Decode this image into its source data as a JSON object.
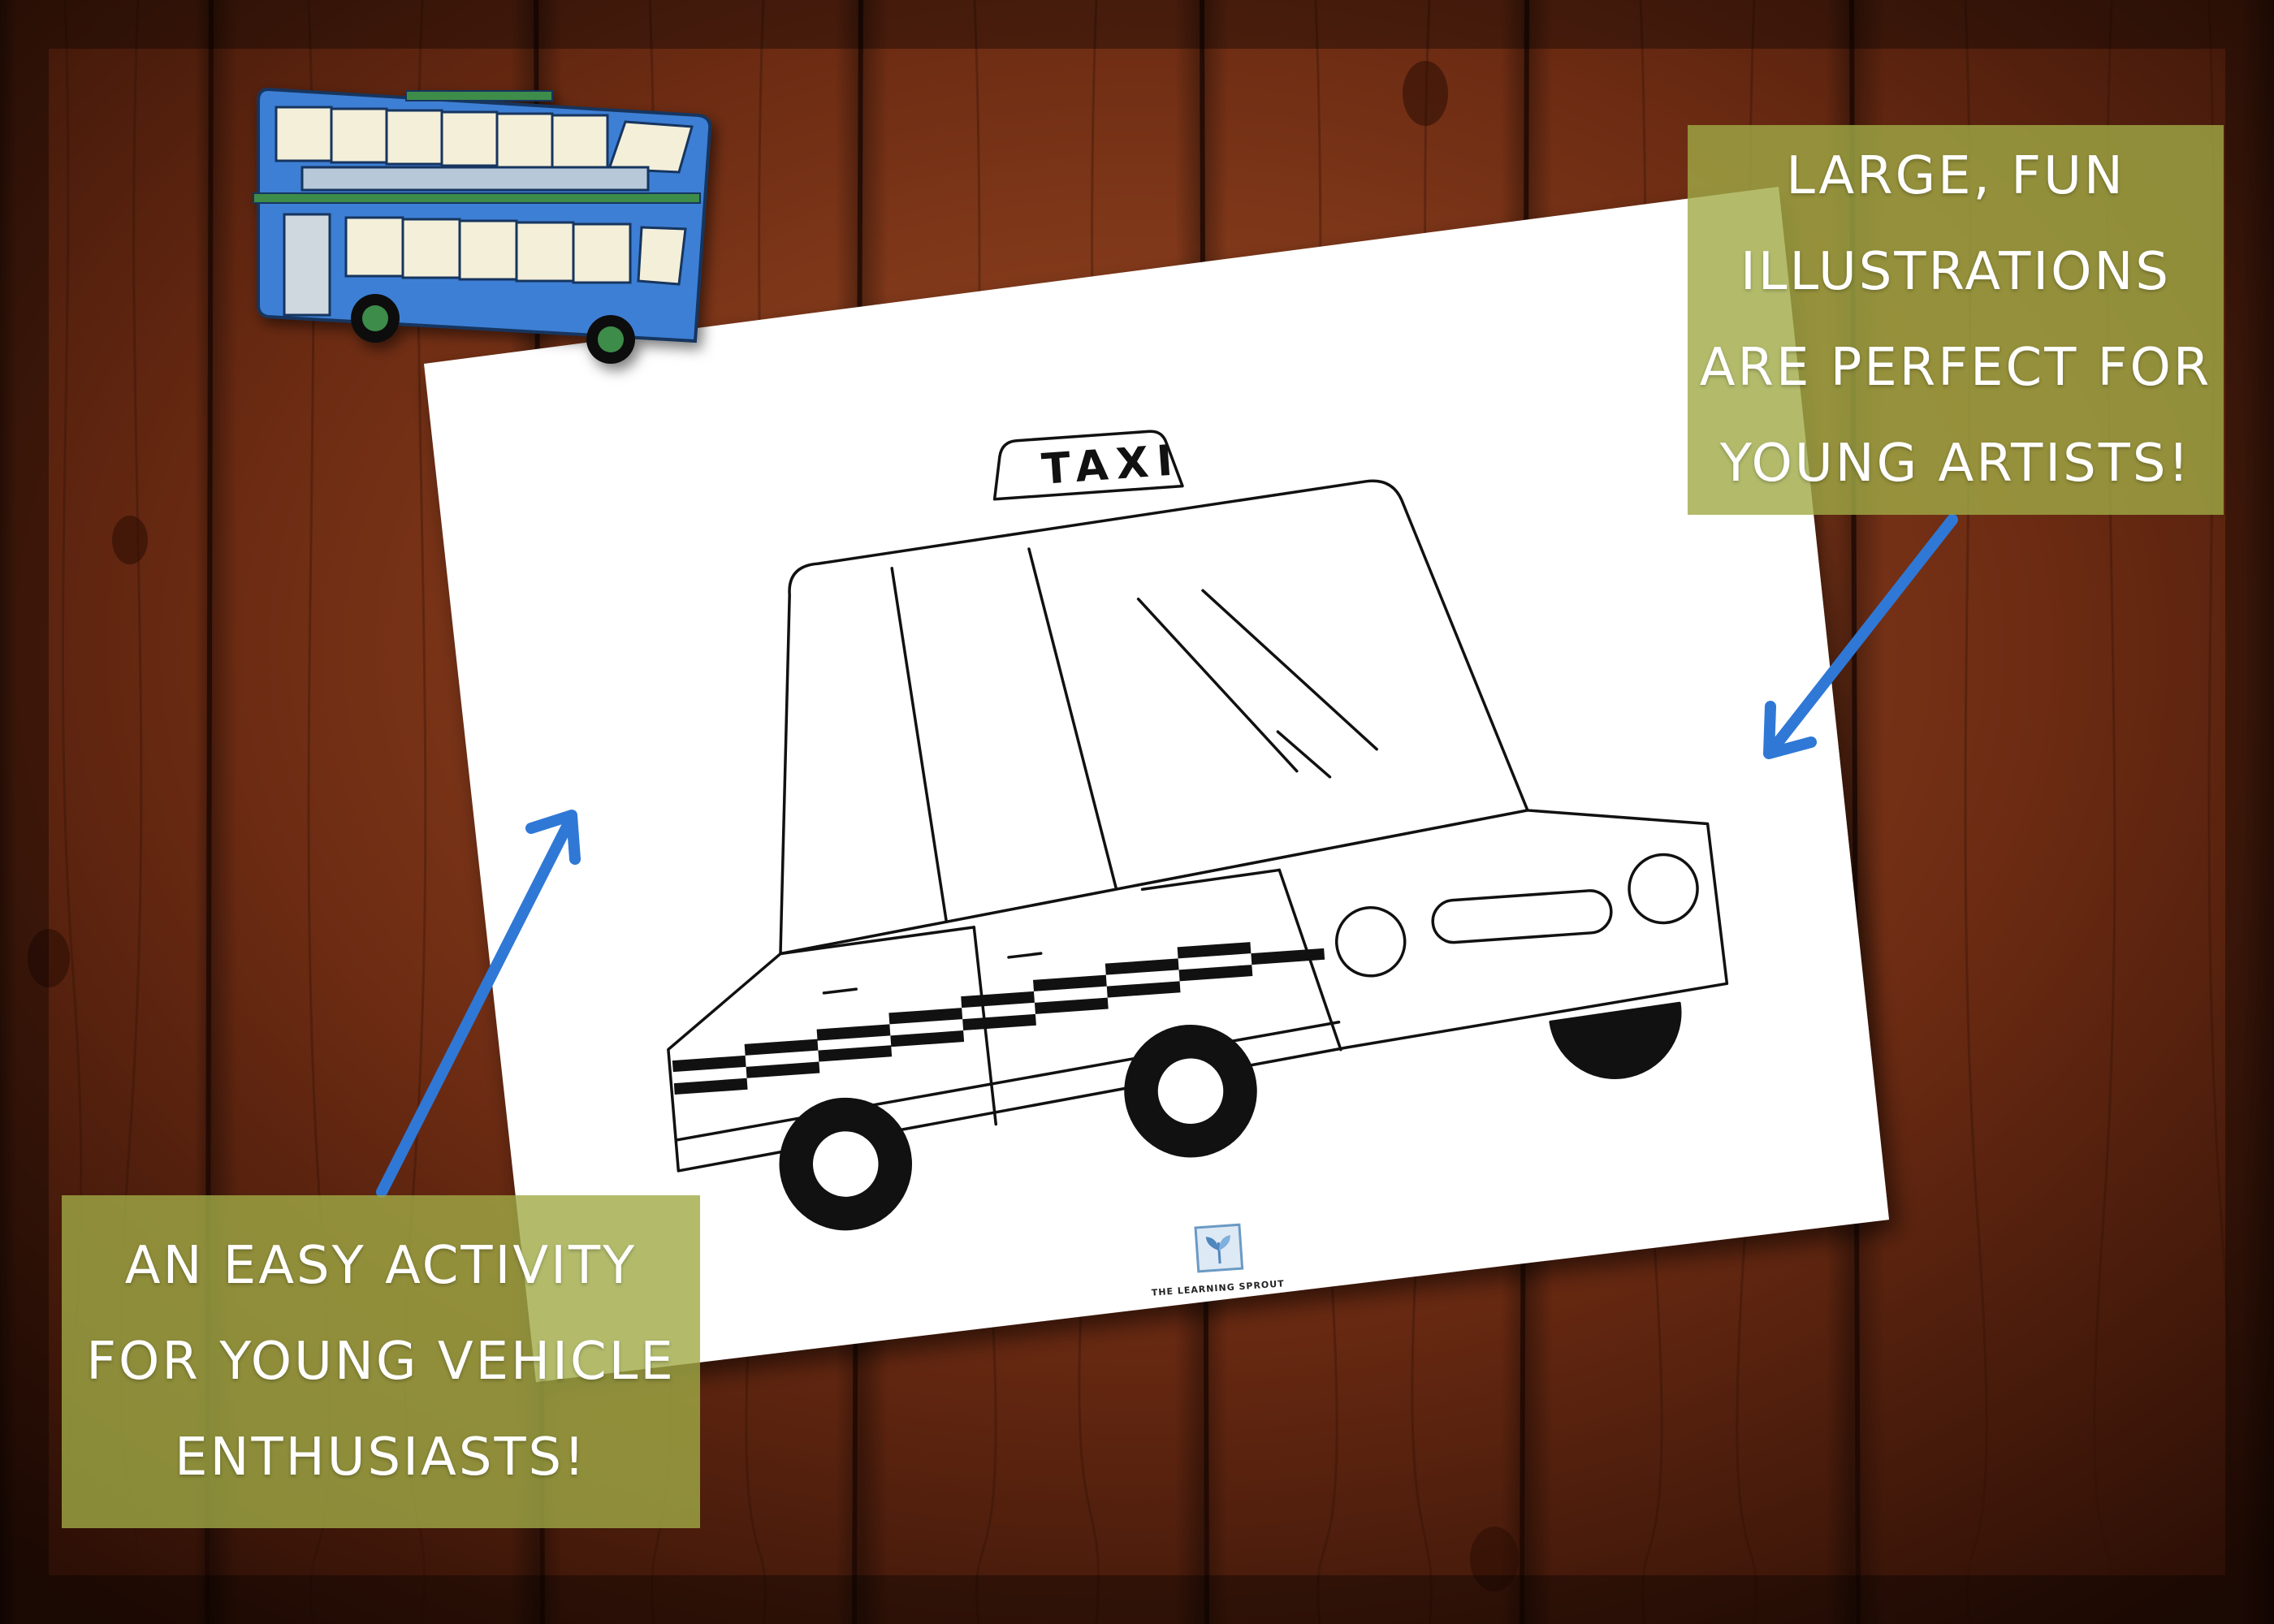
{
  "top_caption": {
    "lines": [
      "LARGE, FUN",
      "ILLUSTRATIONS",
      "ARE PERFECT FOR",
      "YOUNG ARTISTS!"
    ]
  },
  "bottom_caption": {
    "lines": [
      "AN EASY ACTIVITY",
      "FOR YOUNG VEHICLE",
      "ENTHUSIASTS!"
    ]
  },
  "worksheet": {
    "sign_text": "TAXI",
    "logo_text": "THE LEARNING SPROUT"
  },
  "colors": {
    "wood_dark": "#3a150a",
    "wood_mid": "#7a3318",
    "wood_light": "#a9542a",
    "caption_bg": "#a0aa46",
    "arrow": "#2f78d6",
    "bus_blue": "#3d7fd4",
    "bus_cream": "#f4efd9",
    "paper": "#ffffff"
  },
  "icons": {
    "bus": "double-decker-bus-icon",
    "taxi": "taxi-car-illustration",
    "logo": "sprout-leaf-icon"
  }
}
